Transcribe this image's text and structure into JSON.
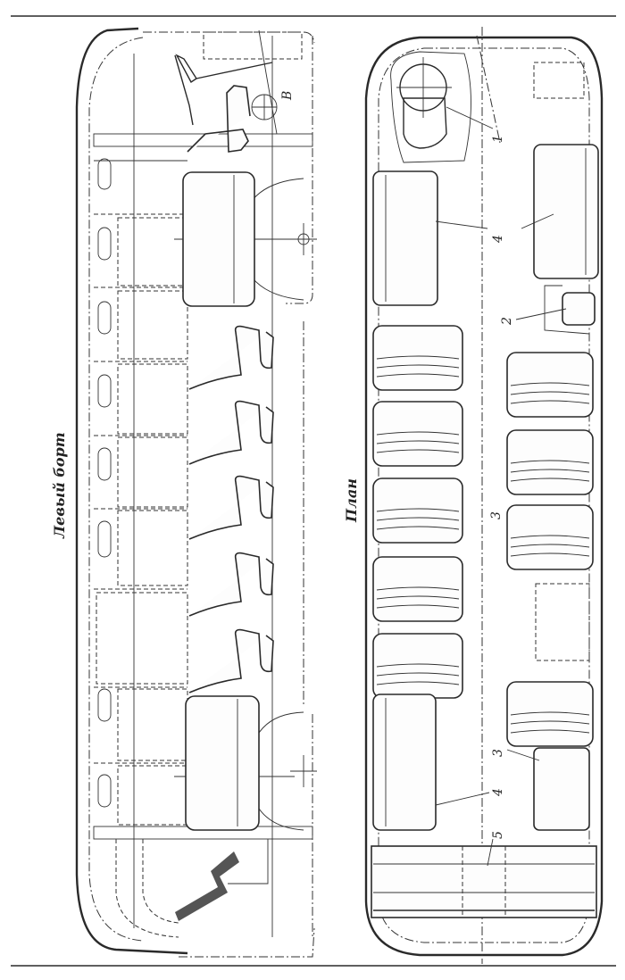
{
  "headings": {
    "left_side": "Левый борт",
    "plan": "План"
  },
  "callouts": {
    "n1": "1",
    "n2": "2",
    "n3a": "3",
    "n3b": "3",
    "n4a": "4",
    "n4b": "4",
    "n5": "5",
    "detail": "В"
  }
}
